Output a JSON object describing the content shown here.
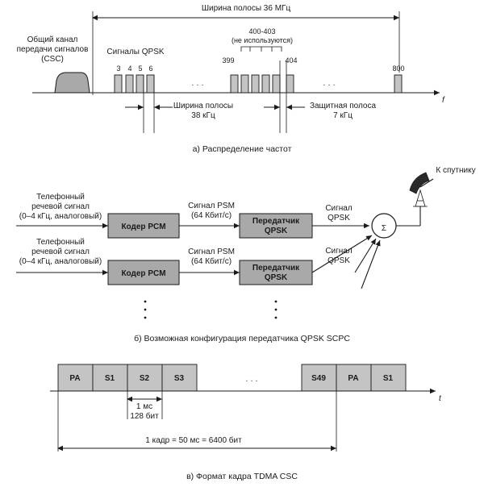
{
  "part_a": {
    "bandwidth_label": "Ширина полосы 36 МГц",
    "csc_label_lines": [
      "Общий канал",
      "передачи сигналов",
      "(CSC)"
    ],
    "qpsk_label": "Сигналы QPSK",
    "channel_numbers": [
      "3",
      "4",
      "5",
      "6",
      "399",
      "400-403",
      "404",
      "800"
    ],
    "unused_label": "(не используются)",
    "dots": "· · ·",
    "axis_f": "f",
    "channel_width_lines": [
      "Ширина полосы",
      "38 кГц"
    ],
    "guard_band_lines": [
      "Защитная полоса",
      "7 кГц"
    ],
    "caption": "а) Распределение частот"
  },
  "part_b": {
    "input_label_lines": [
      "Телефонный",
      "речевой сигнал",
      "(0–4 кГц, аналоговый)"
    ],
    "coder_label": "Кодер PCM",
    "pcm_signal_lines": [
      "Сигнал PSM",
      "(64 Кбит/с)"
    ],
    "transmitter_lines": [
      "Передатчик",
      "QPSK"
    ],
    "qpsk_signal_lines": [
      "Сигнал",
      "QPSK"
    ],
    "sum_symbol": "Σ",
    "to_satellite": "К спутнику",
    "caption": "б) Возможная конфигурация передатчика QPSK SCPC"
  },
  "part_c": {
    "slots": [
      "PA",
      "S1",
      "S2",
      "S3",
      "S49",
      "PA",
      "S1"
    ],
    "dots": "· · ·",
    "slot_duration_lines": [
      "1 мс",
      "128 бит"
    ],
    "frame_label": "1 кадр = 50 мс = 6400 бит",
    "axis_t": "t",
    "caption": "в) Формат кадра TDMA CSC"
  }
}
